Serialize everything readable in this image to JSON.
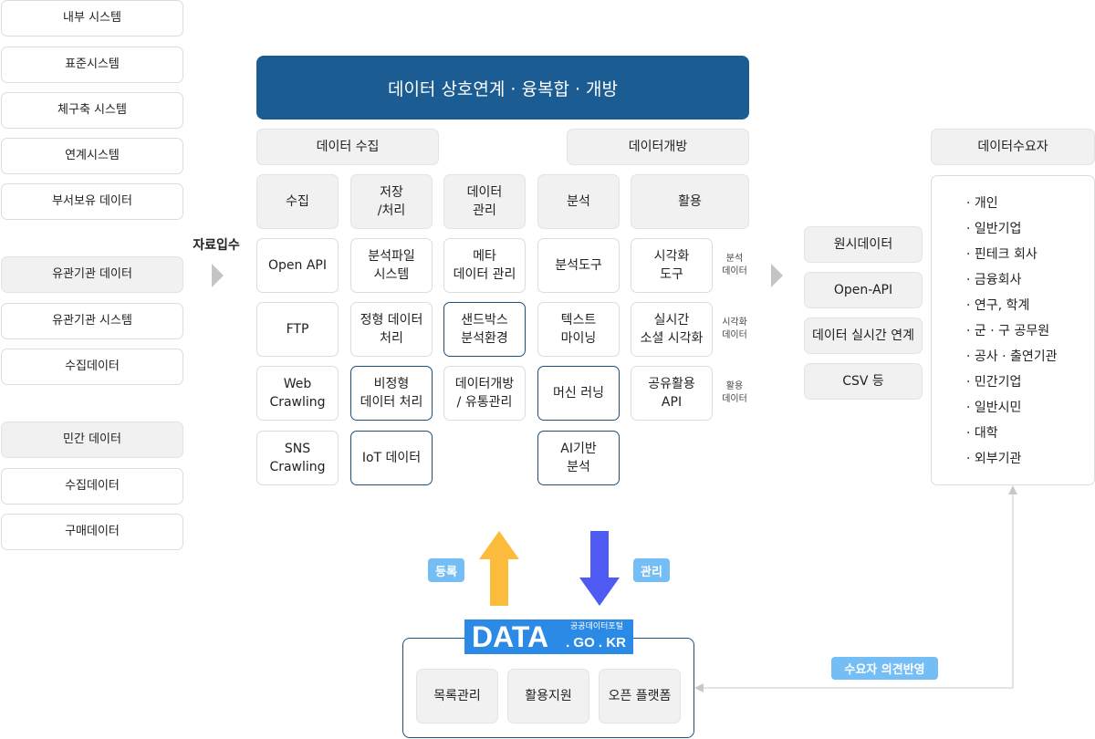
{
  "left": {
    "group1": [
      "내부 시스템",
      "표준시스템",
      "체구축 시스템",
      "연계시스템",
      "부서보유 데이터"
    ],
    "group2_header": "유관기관 데이터",
    "group2": [
      "유관기관 시스템",
      "수집데이터"
    ],
    "group3_header": "민간 데이터",
    "group3": [
      "수집데이터",
      "구매데이터"
    ]
  },
  "input_label": "자료입수",
  "banner": "데이터 상호연계 · 융복합 · 개방",
  "sections": {
    "collect": "데이터 수집",
    "open": "데이터개방"
  },
  "columns": {
    "c1": {
      "header": "수집",
      "items": [
        "Open API",
        "FTP",
        "Web\nCrawling",
        "SNS\nCrawling"
      ]
    },
    "c2": {
      "header": "저장\n/처리",
      "items": [
        "분석파일\n시스템",
        "정형 데이터\n처리",
        "비정형\n데이터 처리",
        "IoT 데이터"
      ]
    },
    "c3": {
      "header": "데이터\n관리",
      "items": [
        "메타\n데이터 관리",
        "샌드박스\n분석환경",
        "데이터개방\n/ 유통관리"
      ]
    },
    "c4": {
      "header": "분석",
      "items": [
        "분석도구",
        "텍스트\n마이닝",
        "머신 러닝",
        "AI기반\n분석"
      ]
    },
    "c5": {
      "header": "활용",
      "items": [
        "시각화\n도구",
        "실시간\n소셜 시각화",
        "공유활용\nAPI"
      ]
    }
  },
  "notes": [
    "분석\n데이터",
    "시각화\n데이터",
    "활용\n데이터"
  ],
  "outputs": [
    "원시데이터",
    "Open-API",
    "데이터 실시간 연계",
    "CSV 등"
  ],
  "consumer": {
    "header": "데이터수요자",
    "items": [
      "· 개인",
      "· 일반기업",
      "· 핀테크 회사",
      "· 금융회사",
      "· 연구, 학계",
      "· 군 · 구 공무원",
      "· 공사 · 출연기관",
      "· 민간기업",
      "· 일반시민",
      "· 대학",
      "· 외부기관"
    ]
  },
  "register_label": "등록",
  "manage_label": "관리",
  "feedback_label": "수요자 의견반영",
  "portal": {
    "logo": "DATA",
    "logo_sub": "공공데이터포털",
    "logo_domain": ". GO . KR",
    "items": [
      "목록관리",
      "활용지원",
      "오픈 플랫폼"
    ]
  },
  "colors": {
    "banner": "#1b5c92",
    "up_arrow": "#fbbc3c",
    "down_arrow": "#4e5af2",
    "pill": "#74bdf5",
    "logo": "#2b8ae6"
  }
}
